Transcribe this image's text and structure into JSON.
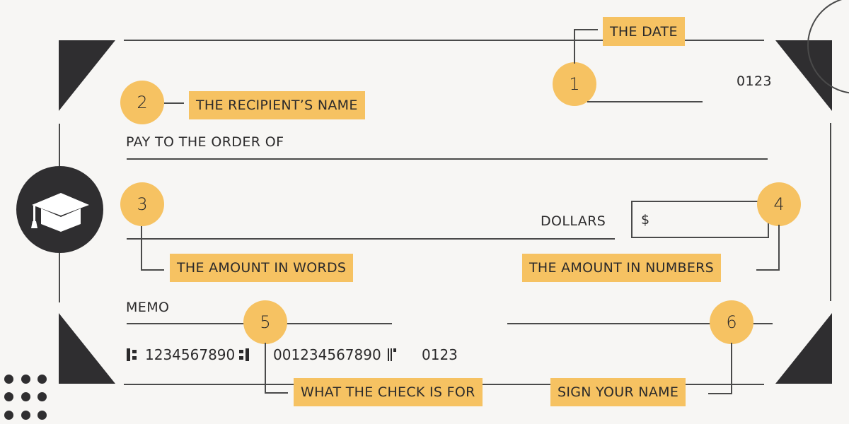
{
  "colors": {
    "background": "#f7f6f4",
    "accent": "#f6c262",
    "ink": "#2b2a2b",
    "line": "#4a4a4a",
    "dark_shape": "#2f2e30"
  },
  "check": {
    "check_number": "0123",
    "pay_to_label": "PAY TO THE ORDER OF",
    "dollars_label": "DOLLARS",
    "currency_symbol": "$",
    "memo_label": "MEMO",
    "micr": {
      "routing": "1234567890",
      "account": "001234567890",
      "check_number": "0123"
    }
  },
  "callouts": [
    {
      "number": "1",
      "label": "THE DATE"
    },
    {
      "number": "2",
      "label": "THE RECIPIENT’S NAME"
    },
    {
      "number": "3",
      "label": "THE AMOUNT IN WORDS"
    },
    {
      "number": "4",
      "label": "THE AMOUNT IN NUMBERS"
    },
    {
      "number": "5",
      "label": "WHAT THE CHECK IS FOR"
    },
    {
      "number": "6",
      "label": "SIGN YOUR NAME"
    }
  ],
  "icons": {
    "badge": "graduation-cap-icon"
  }
}
